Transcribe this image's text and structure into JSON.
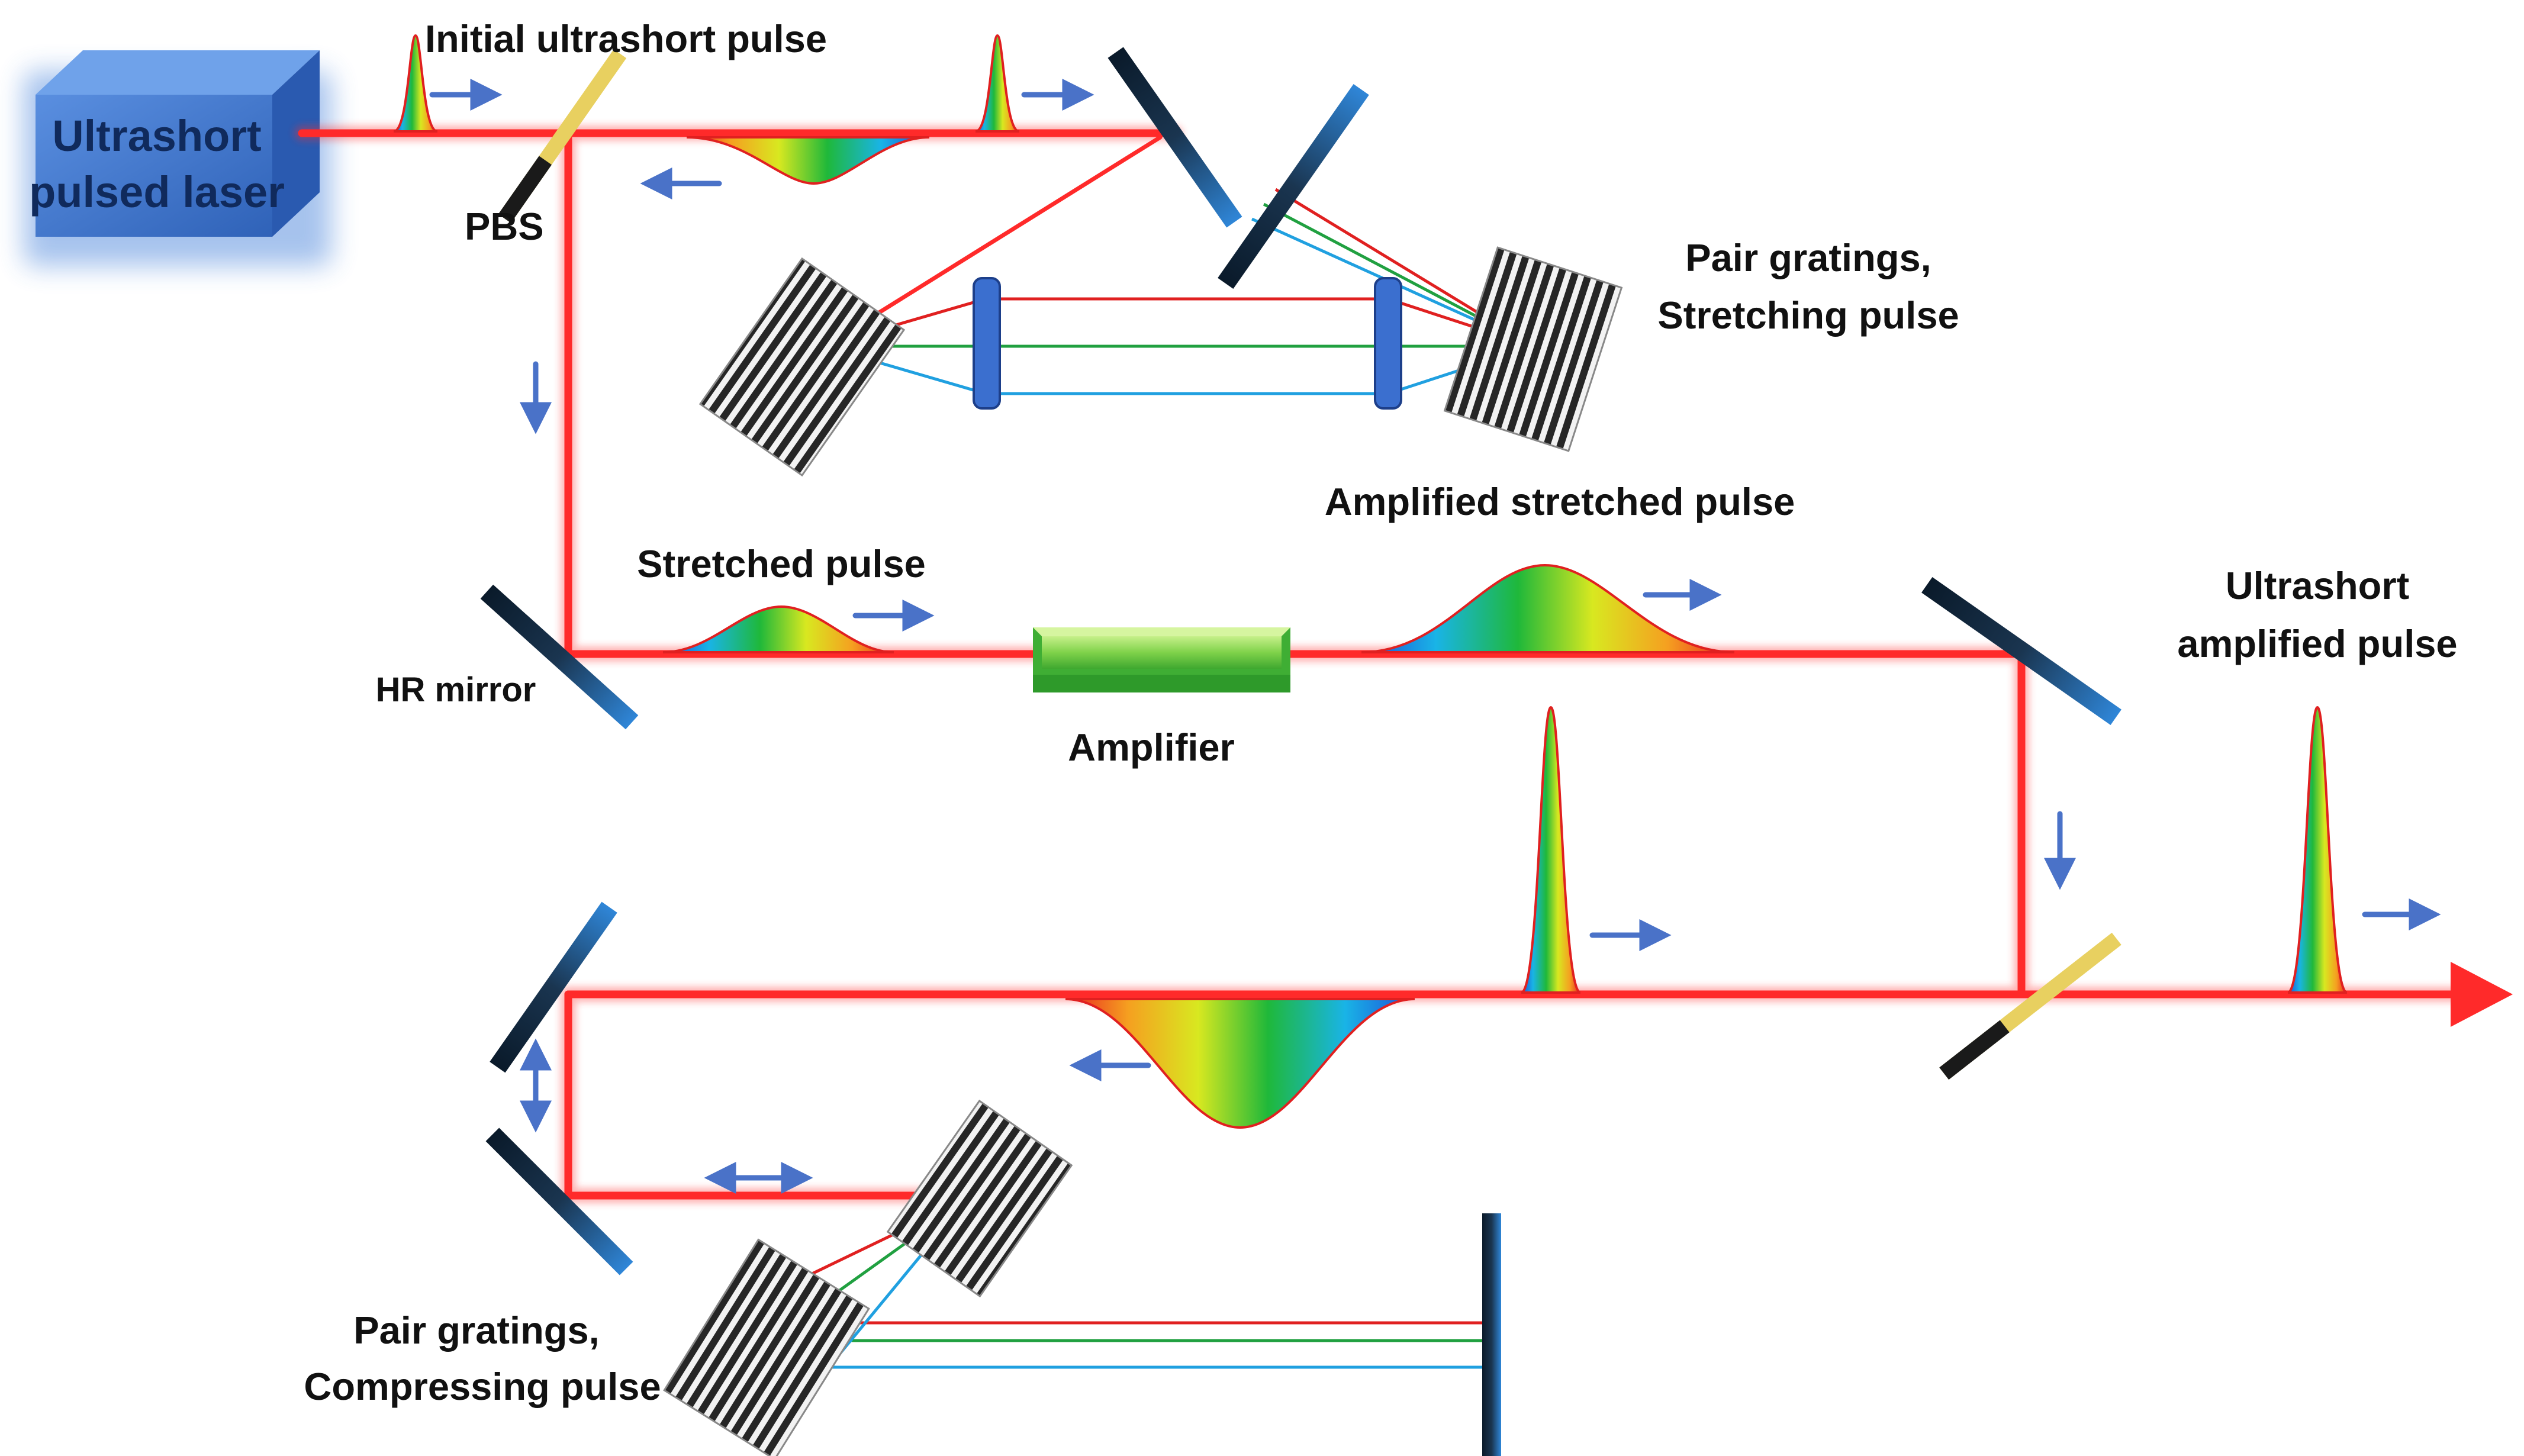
{
  "labels": {
    "laser_line1": "Ultrashort",
    "laser_line2": "pulsed laser",
    "initial_pulse": "Initial ultrashort pulse",
    "pbs": "PBS",
    "stretch_gratings_line1": "Pair gratings,",
    "stretch_gratings_line2": "Stretching pulse",
    "amplified_stretched": "Amplified stretched pulse",
    "stretched_pulse": "Stretched pulse",
    "hr_mirror": "HR mirror",
    "amplifier": "Amplifier",
    "output_line1": "Ultrashort",
    "output_line2": "amplified pulse",
    "compress_gratings_line1": "Pair gratings,",
    "compress_gratings_line2": "Compressing pulse"
  },
  "colors": {
    "beam": "#ff2a2a",
    "arrow": "#4a72c8",
    "laser_box": "#3f78d0",
    "mirror": "#2f7fd0",
    "splitter": "#e8d060",
    "amplifier": "#7fd24a",
    "ray_red": "#e02020",
    "ray_green": "#20a040",
    "ray_blue": "#20a0e0"
  }
}
